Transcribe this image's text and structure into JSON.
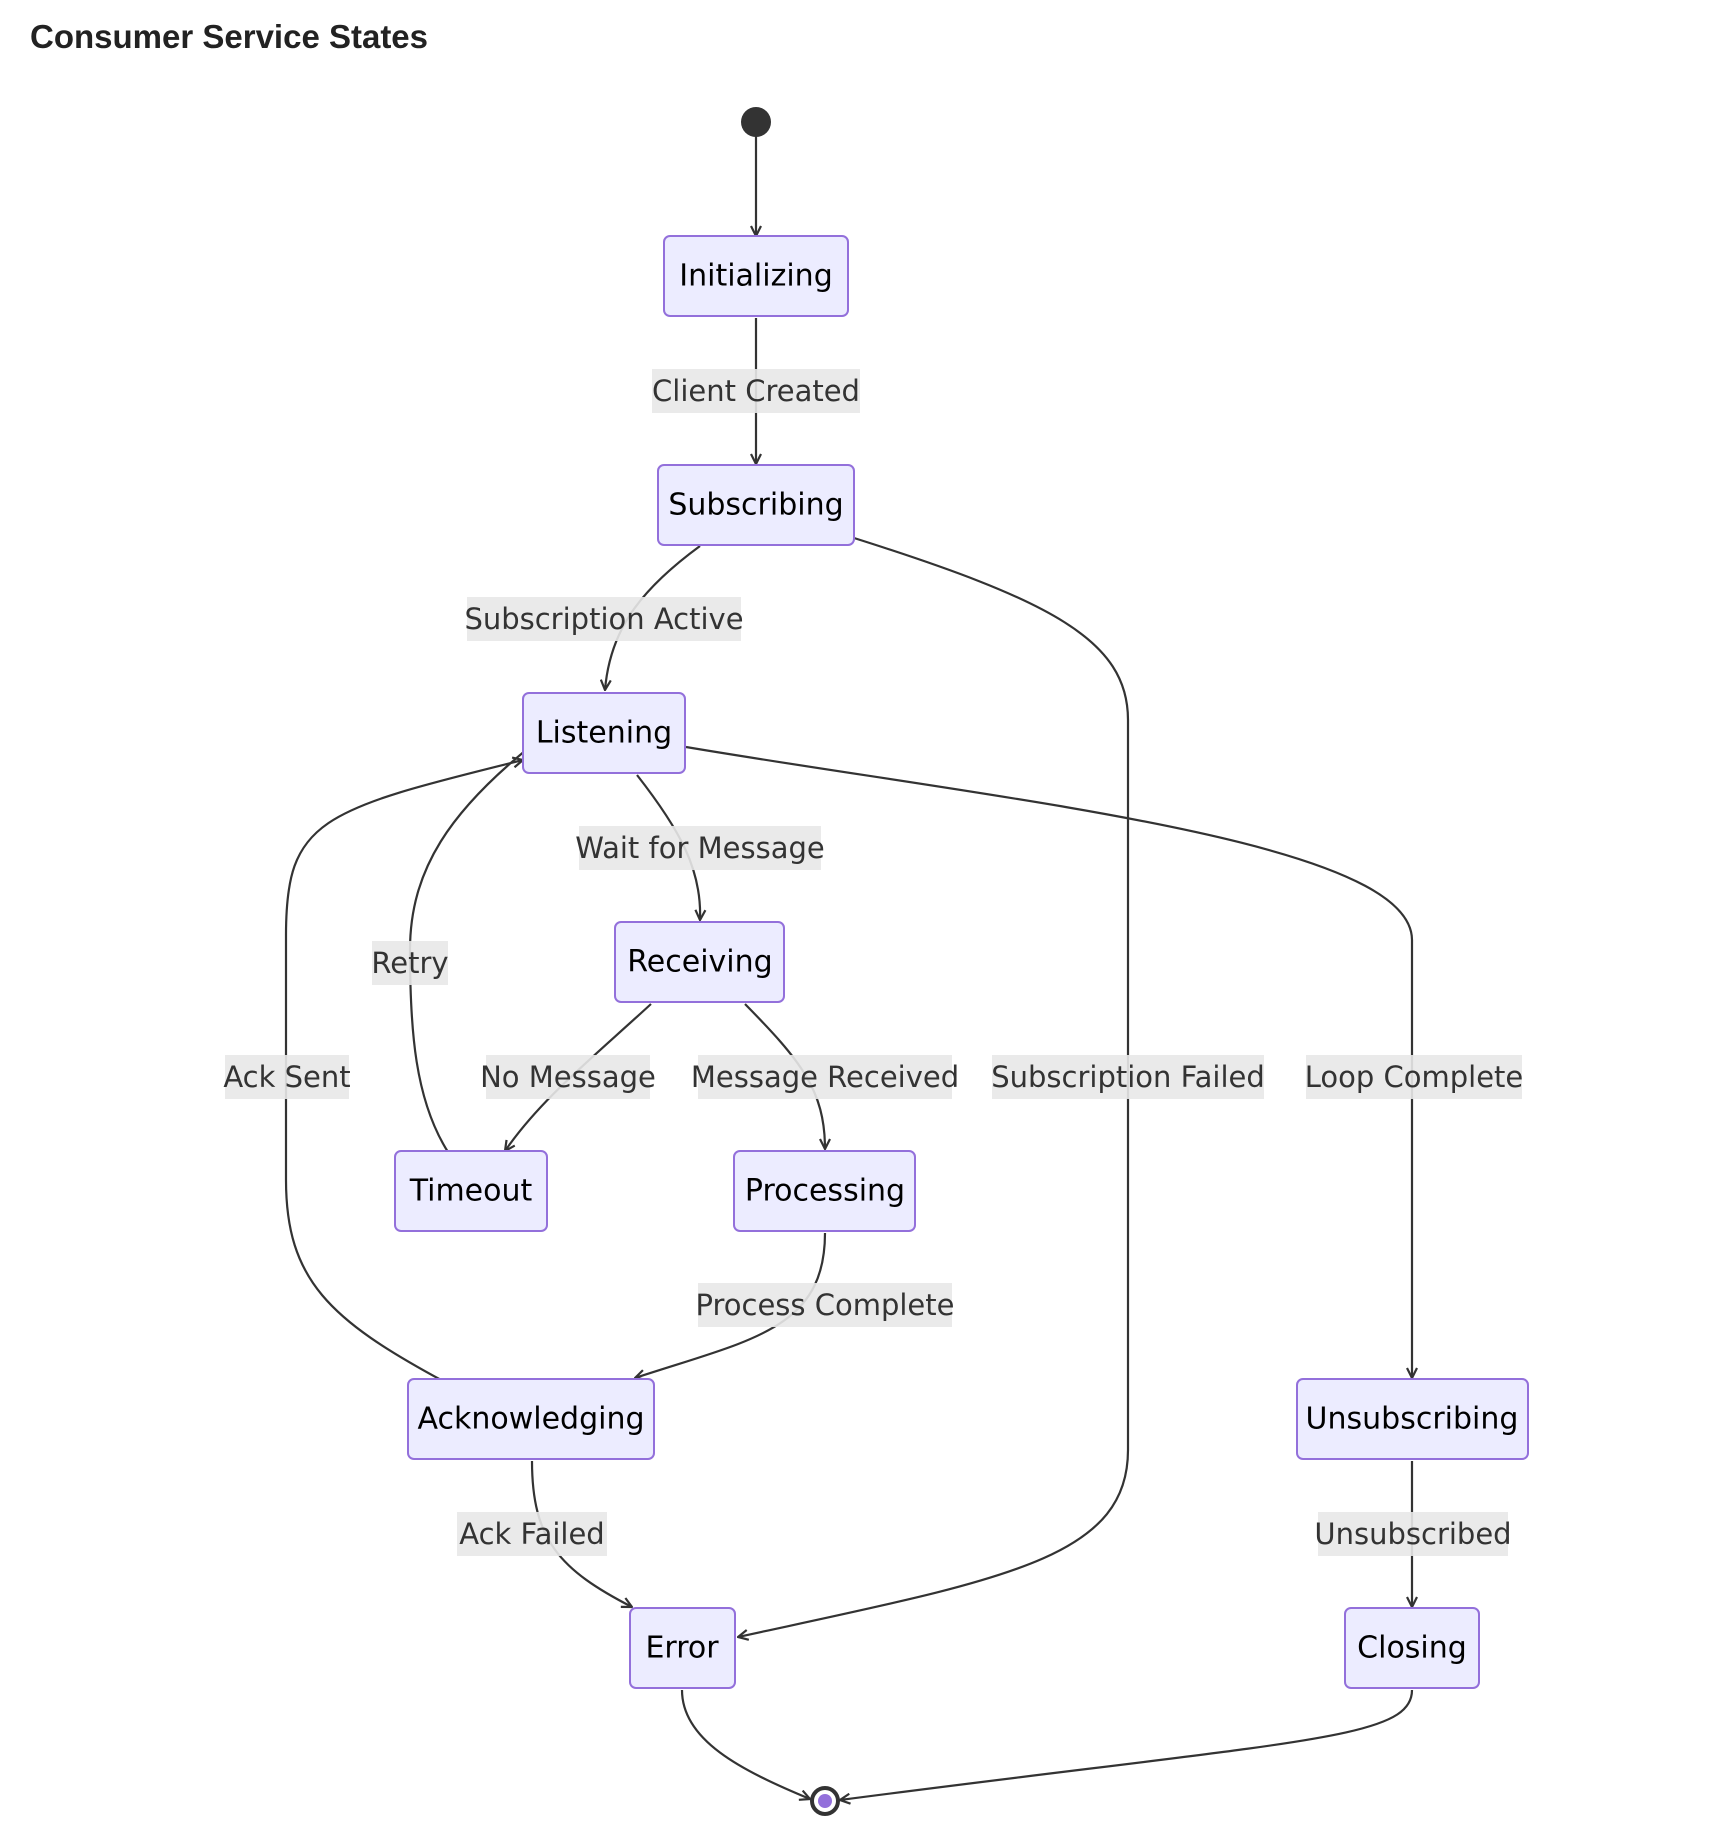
{
  "title": "Consumer Service States",
  "colors": {
    "node_fill": "#ECECFF",
    "node_stroke": "#9370DB",
    "edge": "#333333",
    "label_bg": "#E8E8E8",
    "end_inner": "#9370DB"
  },
  "states": {
    "initializing": "Initializing",
    "subscribing": "Subscribing",
    "listening": "Listening",
    "receiving": "Receiving",
    "timeout": "Timeout",
    "processing": "Processing",
    "acknowledging": "Acknowledging",
    "unsubscribing": "Unsubscribing",
    "error": "Error",
    "closing": "Closing"
  },
  "transitions": {
    "client_created": "Client Created",
    "subscription_active": "Subscription Active",
    "subscription_failed": "Subscription Failed",
    "wait_for_message": "Wait for Message",
    "loop_complete": "Loop Complete",
    "no_message": "No Message",
    "message_received": "Message Received",
    "retry": "Retry",
    "process_complete": "Process Complete",
    "ack_sent": "Ack Sent",
    "ack_failed": "Ack Failed",
    "unsubscribed": "Unsubscribed"
  }
}
